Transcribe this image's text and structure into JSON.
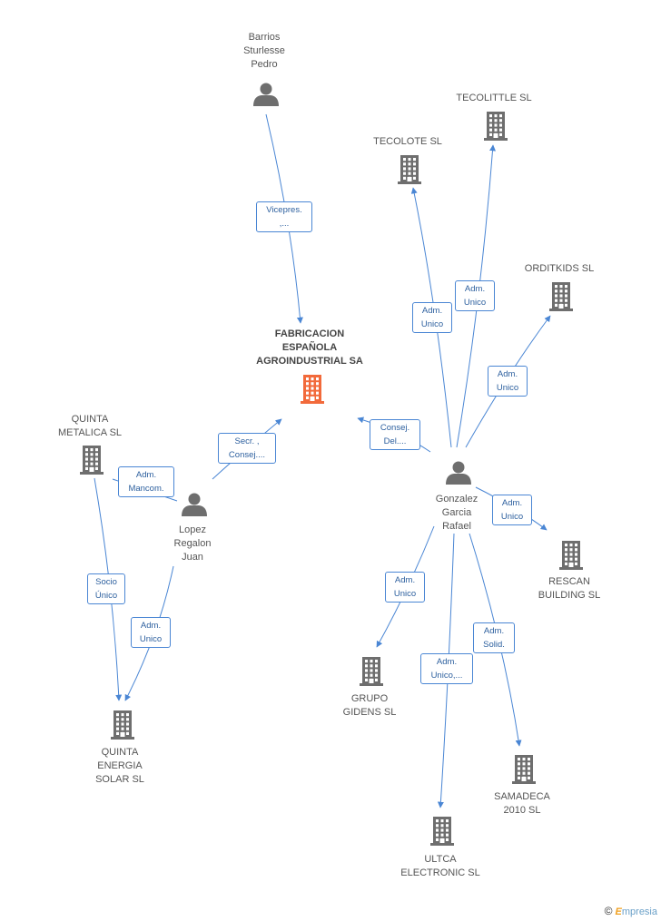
{
  "nodes": {
    "fabricacion": {
      "label": "FABRICACION\nESPAÑOLA\nAGROINDUSTRIAL SA",
      "type": "company",
      "highlight": true
    },
    "barrios": {
      "label": "Barrios\nSturlesse\nPedro",
      "type": "person"
    },
    "lopez": {
      "label": "Lopez\nRegalon\nJuan",
      "type": "person"
    },
    "gonzalez": {
      "label": "Gonzalez\nGarcia\nRafael",
      "type": "person"
    },
    "quinta_metalica": {
      "label": "QUINTA\nMETALICA SL",
      "type": "company"
    },
    "quinta_energia": {
      "label": "QUINTA\nENERGIA\nSOLAR SL",
      "type": "company"
    },
    "tecolote": {
      "label": "TECOLOTE SL",
      "type": "company"
    },
    "tecolittle": {
      "label": "TECOLITTLE SL",
      "type": "company"
    },
    "orditkids": {
      "label": "ORDITKIDS SL",
      "type": "company"
    },
    "rescan": {
      "label": "RESCAN\nBUILDING SL",
      "type": "company"
    },
    "grupo_gidens": {
      "label": "GRUPO\nGIDENS SL",
      "type": "company"
    },
    "samadeca": {
      "label": "SAMADECA\n2010 SL",
      "type": "company"
    },
    "ultca": {
      "label": "ULTCA\nELECTRONIC SL",
      "type": "company"
    }
  },
  "edges": {
    "barrios_fabricacion": "Vicepres.\n,...",
    "lopez_fabricacion": "Secr. ,\nConsej....",
    "lopez_quinta_metalica": "Adm.\nMancom.",
    "lopez_quinta_energia": "Adm.\nUnico",
    "quinta_metalica_quinta_energia": "Socio\nÚnico",
    "gonzalez_fabricacion": "Consej.\nDel....",
    "gonzalez_tecolote": "Adm.\nUnico",
    "gonzalez_tecolittle": "Adm.\nUnico",
    "gonzalez_orditkids": "Adm.\nUnico",
    "gonzalez_rescan": "Adm.\nUnico",
    "gonzalez_grupo_gidens": "Adm.\nUnico",
    "gonzalez_ultca": "Adm.\nUnico,...",
    "gonzalez_samadeca": "Adm.\nSolid."
  },
  "colors": {
    "edge": "#4a86d4",
    "company_icon": "#6e6e6e",
    "highlight_icon": "#f26a3b",
    "person_icon": "#6e6e6e"
  },
  "footer": {
    "copyright": "©",
    "brand_initial": "E",
    "brand_rest": "mpresia"
  }
}
